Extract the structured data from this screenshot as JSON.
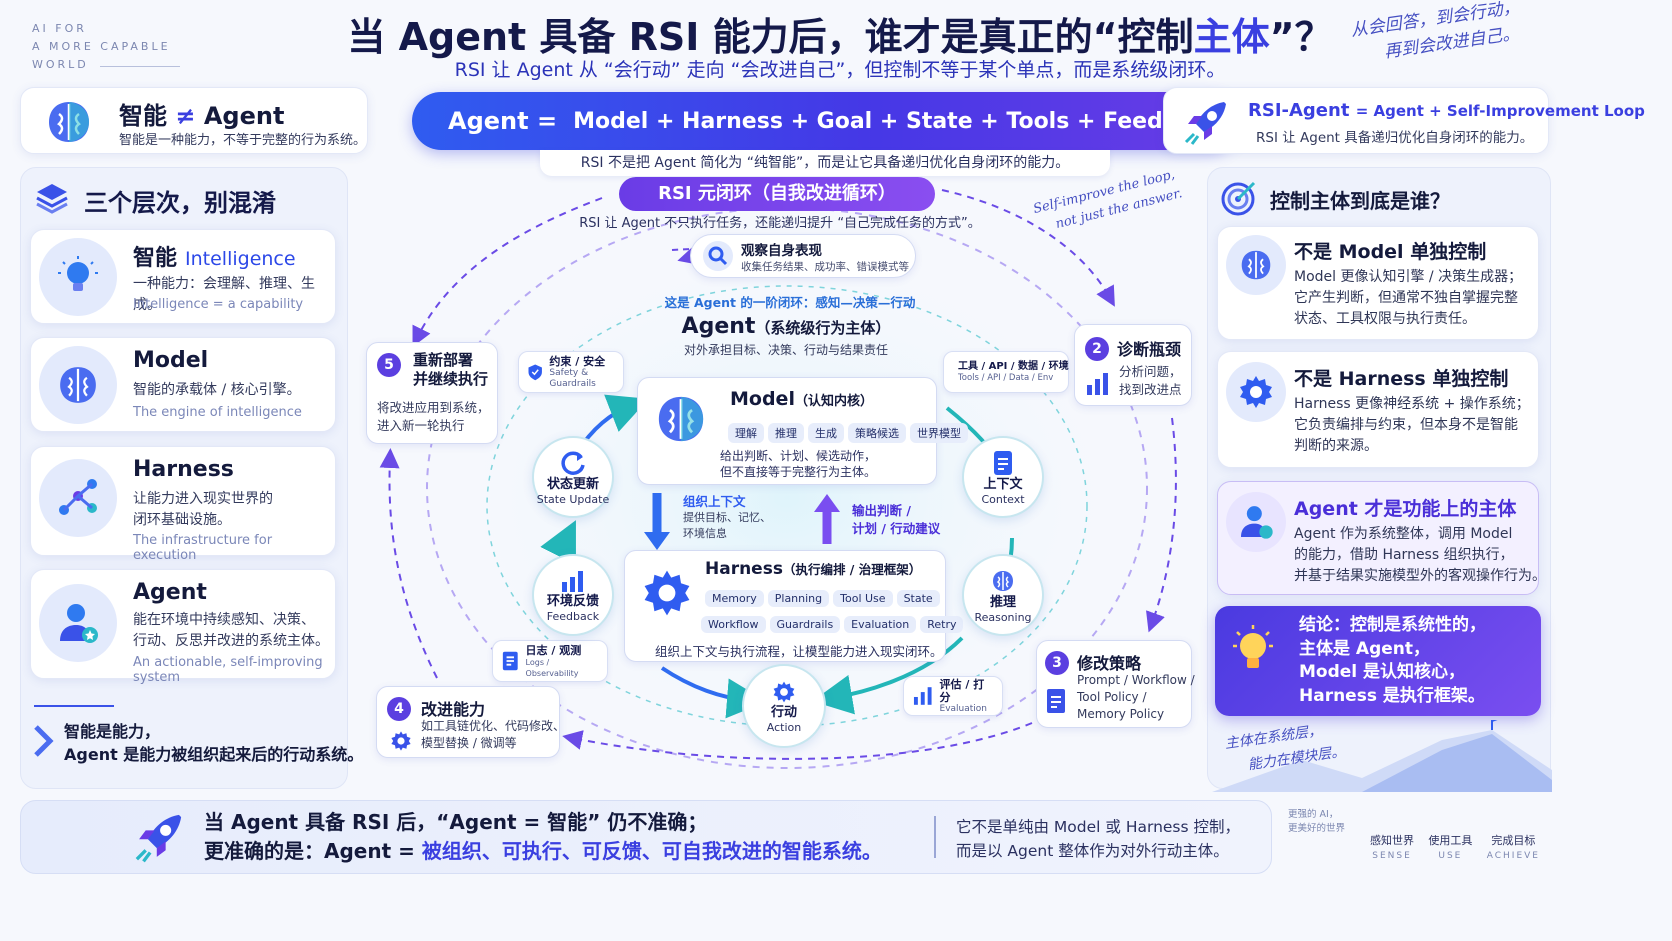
{
  "brand": {
    "line1": "AI FOR",
    "line2": "A MORE CAPABLE",
    "line3": "WORLD"
  },
  "header": {
    "title_a": "当 Agent 具备 RSI 能力后，谁才是真正的“控制",
    "title_b": "主体",
    "title_c": "”？",
    "subtitle": "RSI 让 Agent 从 “会行动” 走向 “会改进自己”，但控制不等于某个单点，而是系统级闭环。",
    "hand_1": "从会回答，到会行动，",
    "hand_2": "再到会改进自己。"
  },
  "top_left": {
    "title_a": "智能",
    "neq": "≠",
    "title_b": "Agent",
    "desc": "智能是一种能力，不等于完整的行为系统。"
  },
  "formula": {
    "prefix": "Agent =",
    "terms": "Model + Harness + Goal + State + Tools + Feedback + Execution Loop",
    "note": "RSI 不是把 Agent 简化为 “纯智能”，而是让它具备递归优化自身闭环的能力。"
  },
  "top_right": {
    "title": "RSI-Agent",
    "formula": "= Agent + Self-Improvement Loop",
    "desc": "RSI 让 Agent 具备递归优化自身闭环的能力。"
  },
  "left_panel": {
    "title": "三个层次，别混淆",
    "levels": [
      {
        "zh": "智能",
        "en_tag": "Intelligence",
        "desc1": "一种能力：会理解、推理、生成。",
        "en": "Intelligence = a capability"
      },
      {
        "zh": "Model",
        "en_tag": "",
        "desc1": "智能的承载体 / 核心引擎。",
        "en": "The engine of intelligence"
      },
      {
        "zh": "Harness",
        "en_tag": "",
        "desc1": "让能力进入现实世界的",
        "desc2": "闭环基础设施。",
        "en": "The infrastructure for execution"
      },
      {
        "zh": "Agent",
        "en_tag": "",
        "desc1": "能在环境中持续感知、决策、",
        "desc2": "行动、反思并改进的系统主体。",
        "en": "An actionable, self-improving system"
      }
    ],
    "summary_1": "智能是能力，",
    "summary_2": "Agent 是能力被组织起来后的行动系统。"
  },
  "center": {
    "rsi_title": "RSI 元闭环（自我改进循环）",
    "rsi_desc": "RSI 让 Agent 不只执行任务，还能递归提升 “自己完成任务的方式”。",
    "hand_1": "Self-improve the loop,",
    "hand_2": "not just the answer.",
    "observe_title": "观察自身表现",
    "observe_desc": "收集任务结果、成功率、错误模式等",
    "first_loop": "这是 Agent 的一阶闭环：感知—决策—行动",
    "agent_title": "Agent",
    "agent_sub": "（系统级行为主体）",
    "agent_desc": "对外承担目标、决策、行动与结果责任",
    "model_title": "Model",
    "model_sub": "（认知内核）",
    "model_chips": [
      "理解",
      "推理",
      "生成",
      "策略候选",
      "世界模型"
    ],
    "model_desc1": "给出判断、计划、候选动作，",
    "model_desc2": "但不直接等于完整行为主体。",
    "down_label": "组织上下文",
    "down_desc1": "提供目标、记忆、",
    "down_desc2": "环境信息",
    "up_label1": "输出判断 /",
    "up_label2": "计划 / 行动建议",
    "harness_title": "Harness",
    "harness_sub": "（执行编排 / 治理框架）",
    "harness_chips_1": [
      "Memory",
      "Planning",
      "Tool Use",
      "State"
    ],
    "harness_chips_2": [
      "Workflow",
      "Guardrails",
      "Evaluation",
      "Retry"
    ],
    "harness_desc": "组织上下文与执行流程，让模型能力进入现实闭环。",
    "safety_z": "约束 / 安全",
    "safety_e": "Safety & Guardrails",
    "tools_z": "工具 / API / 数据 / 环境",
    "tools_e": "Tools / API / Data / Env",
    "logs_z": "日志 / 观测",
    "logs_e": "Logs / Observability",
    "eval_z": "评估 / 打分",
    "eval_e": "Evaluation",
    "state_z": "状态更新",
    "state_e": "State Update",
    "context_z": "上下文",
    "context_e": "Context",
    "feedback_z": "环境反馈",
    "feedback_e": "Feedback",
    "reasoning_z": "推理",
    "reasoning_e": "Reasoning",
    "action_z": "行动",
    "action_e": "Action",
    "step2_num": "2",
    "step2_title": "诊断瓶颈",
    "step2_desc1": "分析问题，",
    "step2_desc2": "找到改进点",
    "step3_num": "3",
    "step3_title": "修改策略",
    "step3_desc1": "Prompt / Workflow /",
    "step3_desc2": "Tool Policy /",
    "step3_desc3": "Memory Policy",
    "step4_num": "4",
    "step4_title": "改进能力",
    "step4_desc1": "如工具链优化、代码修改、",
    "step4_desc2": "模型替换 / 微调等",
    "step5_num": "5",
    "step5_title1": "重新部署",
    "step5_title2": "并继续执行",
    "step5_desc1": "将改进应用到系统，",
    "step5_desc2": "进入新一轮执行"
  },
  "right_panel": {
    "title": "控制主体到底是谁？",
    "not_model_title": "不是 Model 单独控制",
    "not_model_desc": [
      "Model 更像认知引擎 / 决策生成器；",
      "它产生判断，但通常不独自掌握完整",
      "状态、工具权限与执行责任。"
    ],
    "not_harness_title": "不是 Harness 单独控制",
    "not_harness_desc": [
      "Harness 更像神经系统 + 操作系统；",
      "它负责编排与约束，但本身不是智能",
      "判断的来源。"
    ],
    "agent_title": "Agent 才是功能上的主体",
    "agent_desc": [
      "Agent 作为系统整体，调用 Model",
      "的能力，借助 Harness 组织执行，",
      "并基于结果实施模型外的客观操作行为。"
    ],
    "conclusion": [
      "结论：控制是系统性的，",
      "主体是 Agent，",
      "Model 是认知核心，",
      "Harness 是执行框架。"
    ],
    "hand_1": "主体在系统层，",
    "hand_2": "能力在模块层。"
  },
  "bottom": {
    "line1": "当 Agent 具备 RSI 后，“Agent = 智能” 仍不准确；",
    "line2_a": "更准确的是：Agent =",
    "line2_b": "被组织、可执行、可反馈、可自我改进的智能系统。",
    "right1": "它不是单纯由 Model 或 Harness 控制，",
    "right2": "而是以 Agent 整体作为对外行动主体。"
  },
  "footer": {
    "tag1": "更强的 AI，",
    "tag2": "更美好的世界",
    "steps": [
      {
        "zh": "感知世界",
        "en": "SENSE"
      },
      {
        "zh": "使用工具",
        "en": "USE"
      },
      {
        "zh": "完成目标",
        "en": "ACHIEVE"
      }
    ]
  },
  "colors": {
    "accent": "#3a3fe0",
    "purple": "#6a3ce6",
    "teal": "#2bb8c9",
    "cyan_arrow": "#27b4b6"
  }
}
